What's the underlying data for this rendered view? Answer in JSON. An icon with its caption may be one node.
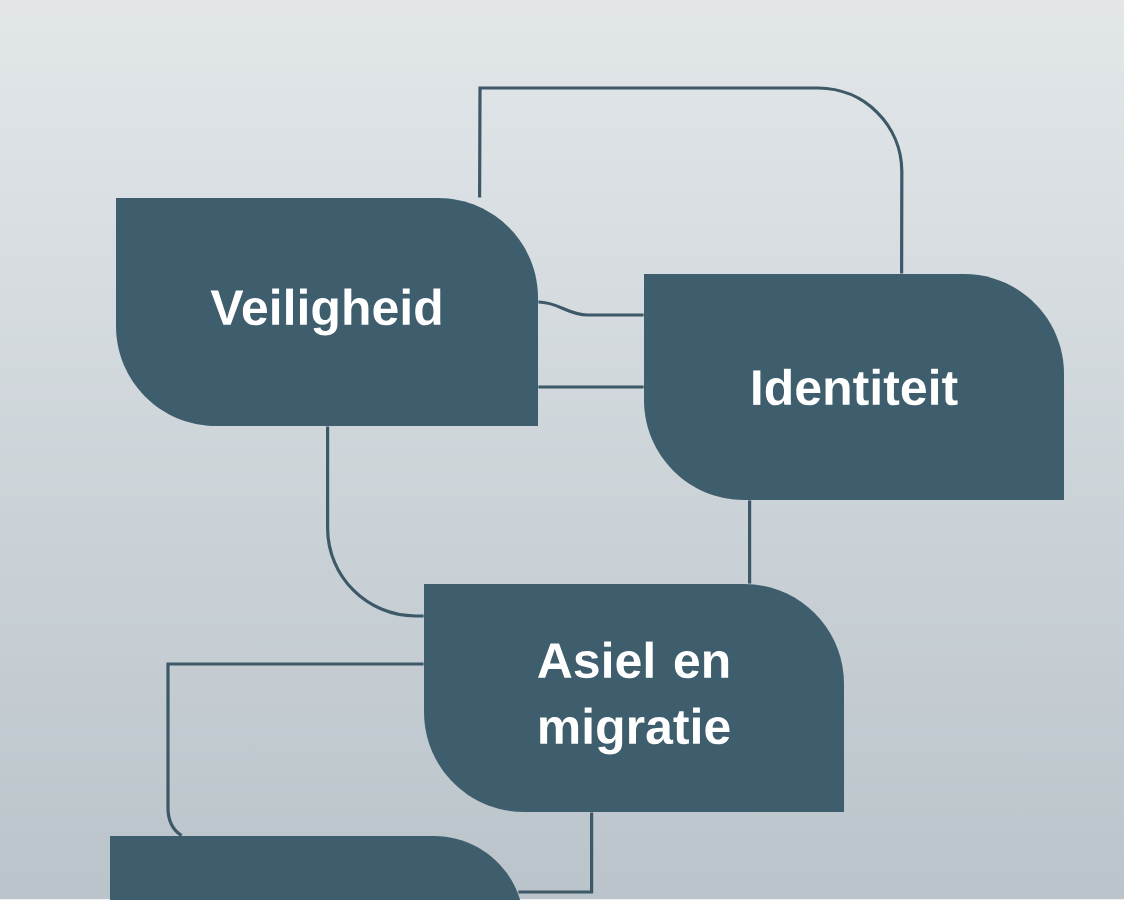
{
  "diagram": {
    "nodes": [
      {
        "text": [
          "Veiligheid"
        ]
      },
      {
        "text": [
          "Identiteit"
        ]
      },
      {
        "text": [
          "Asiel en migratie"
        ]
      },
      {
        "text": [],
        "shape": "box"
      }
    ],
    "edges": [
      {
        "from": 0,
        "to": 1,
        "arrow": "none"
      },
      {
        "from": 0,
        "to": 1,
        "arrow": "none"
      },
      {
        "from": 0,
        "to": 1,
        "arrow": "none"
      },
      {
        "from": 0,
        "to": 2,
        "arrow": "none"
      },
      {
        "from": 1,
        "to": 2,
        "arrow": "none"
      },
      {
        "from": 2,
        "to": 3,
        "arrow": "none"
      },
      {
        "from": 2,
        "to": 3,
        "arrow": "none"
      }
    ]
  }
}
